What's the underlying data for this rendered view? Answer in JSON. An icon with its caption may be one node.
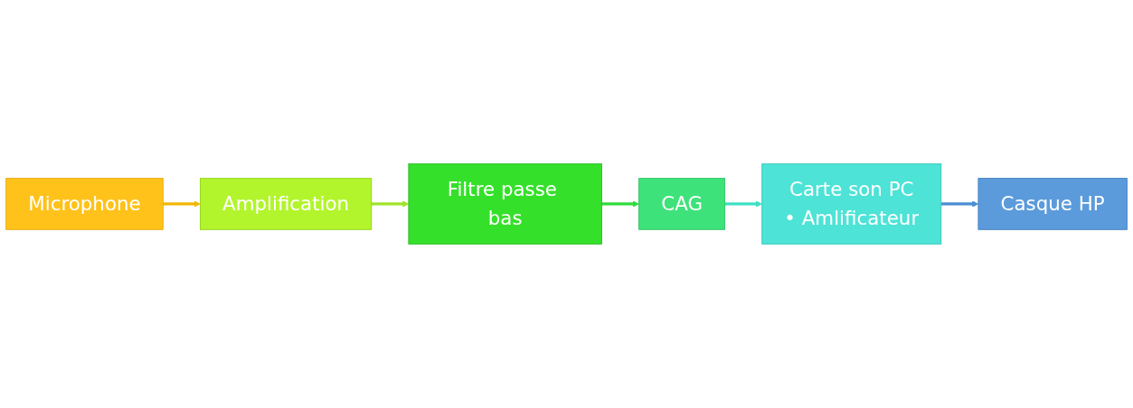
{
  "diagram": {
    "nodes": [
      {
        "text": [
          "Microphone"
        ]
      },
      {
        "text": [
          "Amplification"
        ]
      },
      {
        "text": [
          "Filtre passe bas"
        ]
      },
      {
        "text": [
          "CAG"
        ]
      },
      {
        "text": [
          "Carte son PC",
          "• Amlificateur"
        ]
      },
      {
        "text": [
          "Casque HP"
        ]
      }
    ],
    "edges": [
      {
        "from": 0,
        "to": 1,
        "arrow": "to",
        "color": "#f2b705"
      },
      {
        "from": 1,
        "to": 2,
        "arrow": "to",
        "color": "#9fe32a"
      },
      {
        "from": 2,
        "to": 3,
        "arrow": "to",
        "color": "#2fdc3c"
      },
      {
        "from": 3,
        "to": 4,
        "arrow": "to",
        "color": "#3ee0c4"
      },
      {
        "from": 4,
        "to": 5,
        "arrow": "to",
        "color": "#4a8ed4"
      }
    ]
  }
}
